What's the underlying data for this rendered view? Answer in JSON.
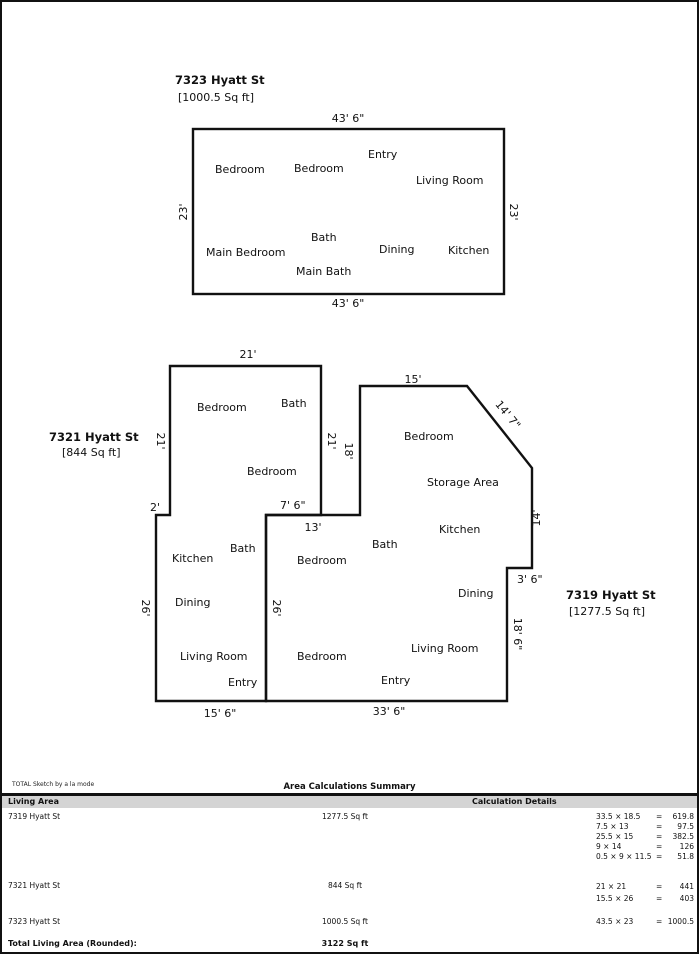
{
  "document": {
    "credit": "TOTAL Sketch by a la mode",
    "summary_title": "Area Calculations Summary"
  },
  "units": [
    {
      "name": "7323 Hyatt St",
      "area_label": "[1000.5 Sq ft]",
      "dimensions": {
        "top": "43' 6\"",
        "bottom": "43' 6\"",
        "left": "23'",
        "right": "23'"
      },
      "rooms": [
        "Bedroom",
        "Bedroom",
        "Entry",
        "Living Room",
        "Main Bedroom",
        "Bath",
        "Main Bath",
        "Dining",
        "Kitchen"
      ]
    },
    {
      "name": "7321 Hyatt St",
      "area_label": "[844 Sq ft]",
      "dimensions": {
        "top": "21'",
        "left_upper": "21'",
        "right_upper": "21'",
        "step_left": "2'",
        "step_right": "7' 6\"",
        "left_lower": "26'",
        "right_lower": "26'",
        "bottom": "15' 6\""
      },
      "rooms": [
        "Bedroom",
        "Bath",
        "Bedroom",
        "Kitchen",
        "Bath",
        "Dining",
        "Living Room",
        "Entry"
      ]
    },
    {
      "name": "7319 Hyatt St",
      "area_label": "[1277.5 Sq ft]",
      "dimensions": {
        "top": "15'",
        "diagonal": "14' 7\"",
        "left_upper": "18'",
        "right_upper": "14'",
        "step_top": "13'",
        "step_right": "3' 6\"",
        "right_lower": "18' 6\"",
        "bottom": "33' 6\""
      },
      "rooms": [
        "Bedroom",
        "Storage Area",
        "Kitchen",
        "Bath",
        "Bedroom",
        "Dining",
        "Living Room",
        "Bedroom",
        "Entry"
      ]
    }
  ],
  "summary": {
    "col_living_area": "Living Area",
    "col_calc_details": "Calculation Details",
    "rows": [
      {
        "name": "7319 Hyatt St",
        "area": "1277.5 Sq ft",
        "calcs": [
          {
            "expr": "33.5 × 18.5",
            "eq": "=",
            "val": "619.8"
          },
          {
            "expr": "7.5 × 13",
            "eq": "=",
            "val": "97.5"
          },
          {
            "expr": "25.5 × 15",
            "eq": "=",
            "val": "382.5"
          },
          {
            "expr": "9 × 14",
            "eq": "=",
            "val": "126"
          },
          {
            "expr": "0.5 × 9 × 11.5",
            "eq": "=",
            "val": "51.8"
          }
        ]
      },
      {
        "name": "7321 Hyatt St",
        "area": "844 Sq ft",
        "calcs": [
          {
            "expr": "21 × 21",
            "eq": "=",
            "val": "441"
          },
          {
            "expr": "15.5 × 26",
            "eq": "=",
            "val": "403"
          }
        ]
      },
      {
        "name": "7323 Hyatt St",
        "area": "1000.5 Sq ft",
        "calcs": [
          {
            "expr": "43.5 × 23",
            "eq": "=",
            "val": "1000.5"
          }
        ]
      }
    ],
    "total_label": "Total Living Area (Rounded):",
    "total_value": "3122 Sq ft"
  }
}
